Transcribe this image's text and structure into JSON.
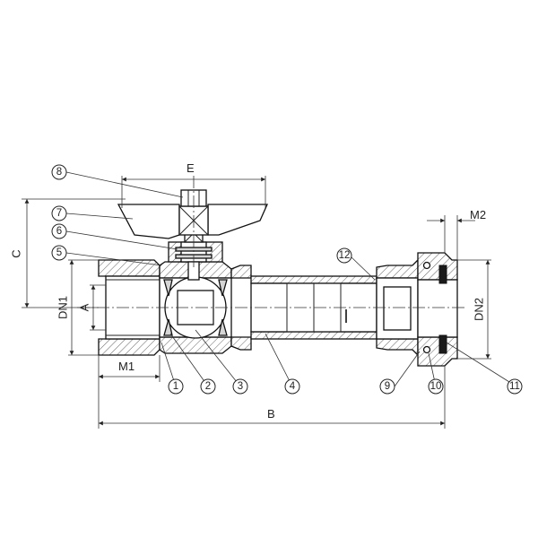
{
  "dimensions": {
    "E": "E",
    "C": "C",
    "DN1": "DN1",
    "A": "A",
    "M1": "M1",
    "B": "B",
    "M2": "M2",
    "DN2": "DN2"
  },
  "callouts": [
    "1",
    "2",
    "3",
    "4",
    "5",
    "6",
    "7",
    "8",
    "9",
    "10",
    "11",
    "12"
  ]
}
